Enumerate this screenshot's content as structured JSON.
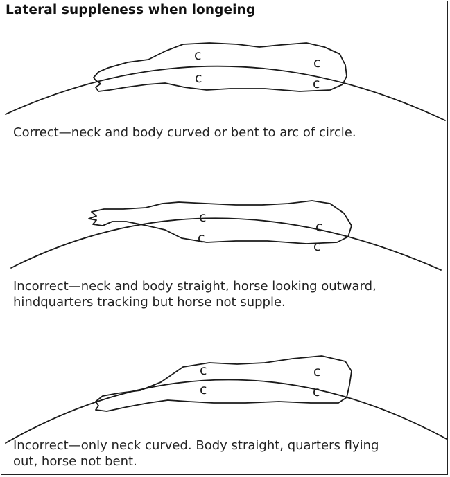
{
  "figure": {
    "title": "Lateral suppleness when longeing",
    "panels": [
      {
        "id": "correct",
        "caption_lines": [
          "Correct—neck and body curved or bent to arc of circle."
        ]
      },
      {
        "id": "incorrect-straight",
        "caption_lines": [
          "Incorrect—neck and body straight, horse looking outward,",
          "hindquarters tracking but horse not supple."
        ]
      },
      {
        "id": "incorrect-neck-only",
        "caption_lines": [
          "Incorrect—only neck curved. Body straight, quarters flying",
          "out, horse not bent."
        ]
      }
    ],
    "hoof_glyph": "c"
  }
}
